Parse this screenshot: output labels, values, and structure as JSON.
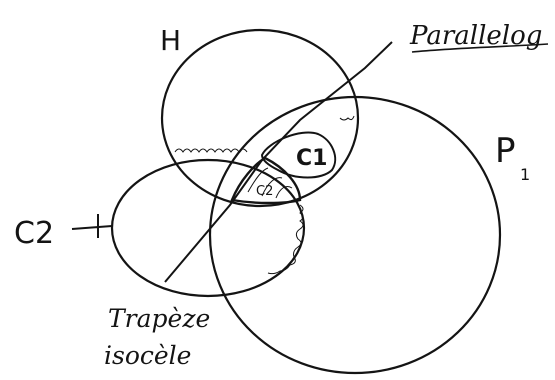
{
  "diagram": {
    "labels": {
      "h": "H",
      "parallelog": "Parallelog",
      "p1": "P",
      "p1_sub": "1",
      "c1": "C1",
      "c2_inner": "C2",
      "c2": "C2",
      "trapeze": "Trapèze",
      "isocele": "isocèle"
    },
    "colors": {
      "ink": "#141414",
      "background": "#ffffff"
    }
  }
}
